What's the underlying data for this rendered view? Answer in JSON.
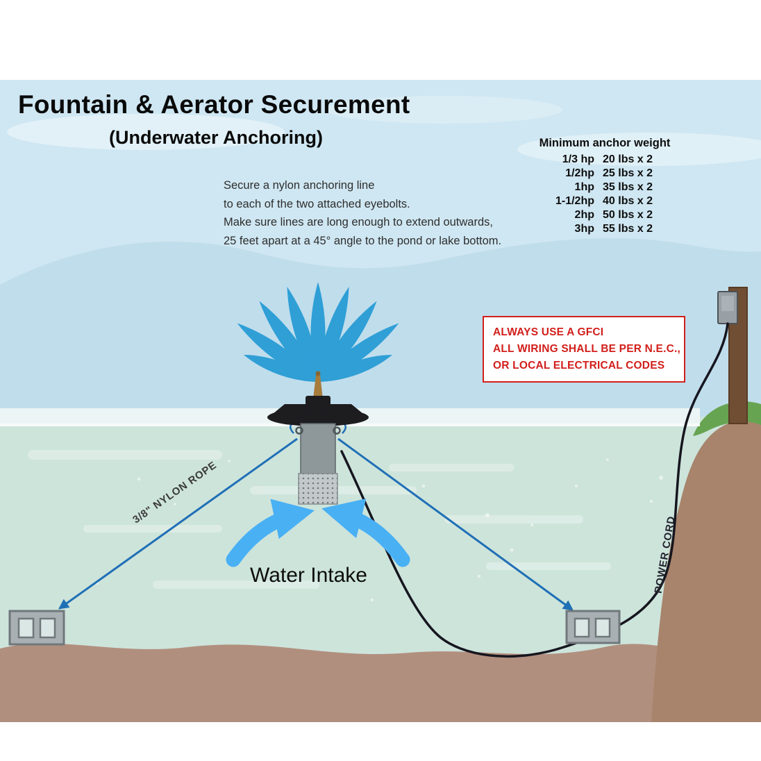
{
  "header": {
    "title": "Fountain & Aerator Securement",
    "subtitle": "(Underwater Anchoring)"
  },
  "instructions": {
    "lines": [
      "Secure a nylon anchoring line",
      "to each of the two attached eyebolts.",
      "Make sure lines are long enough to extend outwards,",
      "25 feet apart at a 45° angle to the pond or lake bottom."
    ]
  },
  "anchor_table": {
    "title": "Minimum anchor weight",
    "rows": [
      {
        "hp": "1/3 hp",
        "weight": "20 lbs x 2"
      },
      {
        "hp": "1/2hp",
        "weight": "25 lbs x 2"
      },
      {
        "hp": "1hp",
        "weight": "35 lbs x 2"
      },
      {
        "hp": "1-1/2hp",
        "weight": "40 lbs x 2"
      },
      {
        "hp": "2hp",
        "weight": "50 lbs x 2"
      },
      {
        "hp": "3hp",
        "weight": "55 lbs x 2"
      }
    ]
  },
  "warning": {
    "lines": [
      "ALWAYS USE A GFCI",
      "ALL WIRING SHALL BE PER N.E.C.,",
      "OR LOCAL ELECTRICAL CODES"
    ]
  },
  "labels": {
    "rope": "3/8\" NYLON ROPE",
    "power_cord": "POWER CORD",
    "water_intake": "Water Intake"
  },
  "colors": {
    "sky": "#cfe7f2",
    "water": "#cde4db",
    "spray_blue": "#2f9fd6",
    "rope_blue": "#1f6fb5",
    "intake_blue": "#49b0f4",
    "warning_red": "#d21f1b",
    "sediment_brown": "#b18f7e",
    "shore_brown": "#a8846c",
    "grass_green": "#67a452"
  }
}
